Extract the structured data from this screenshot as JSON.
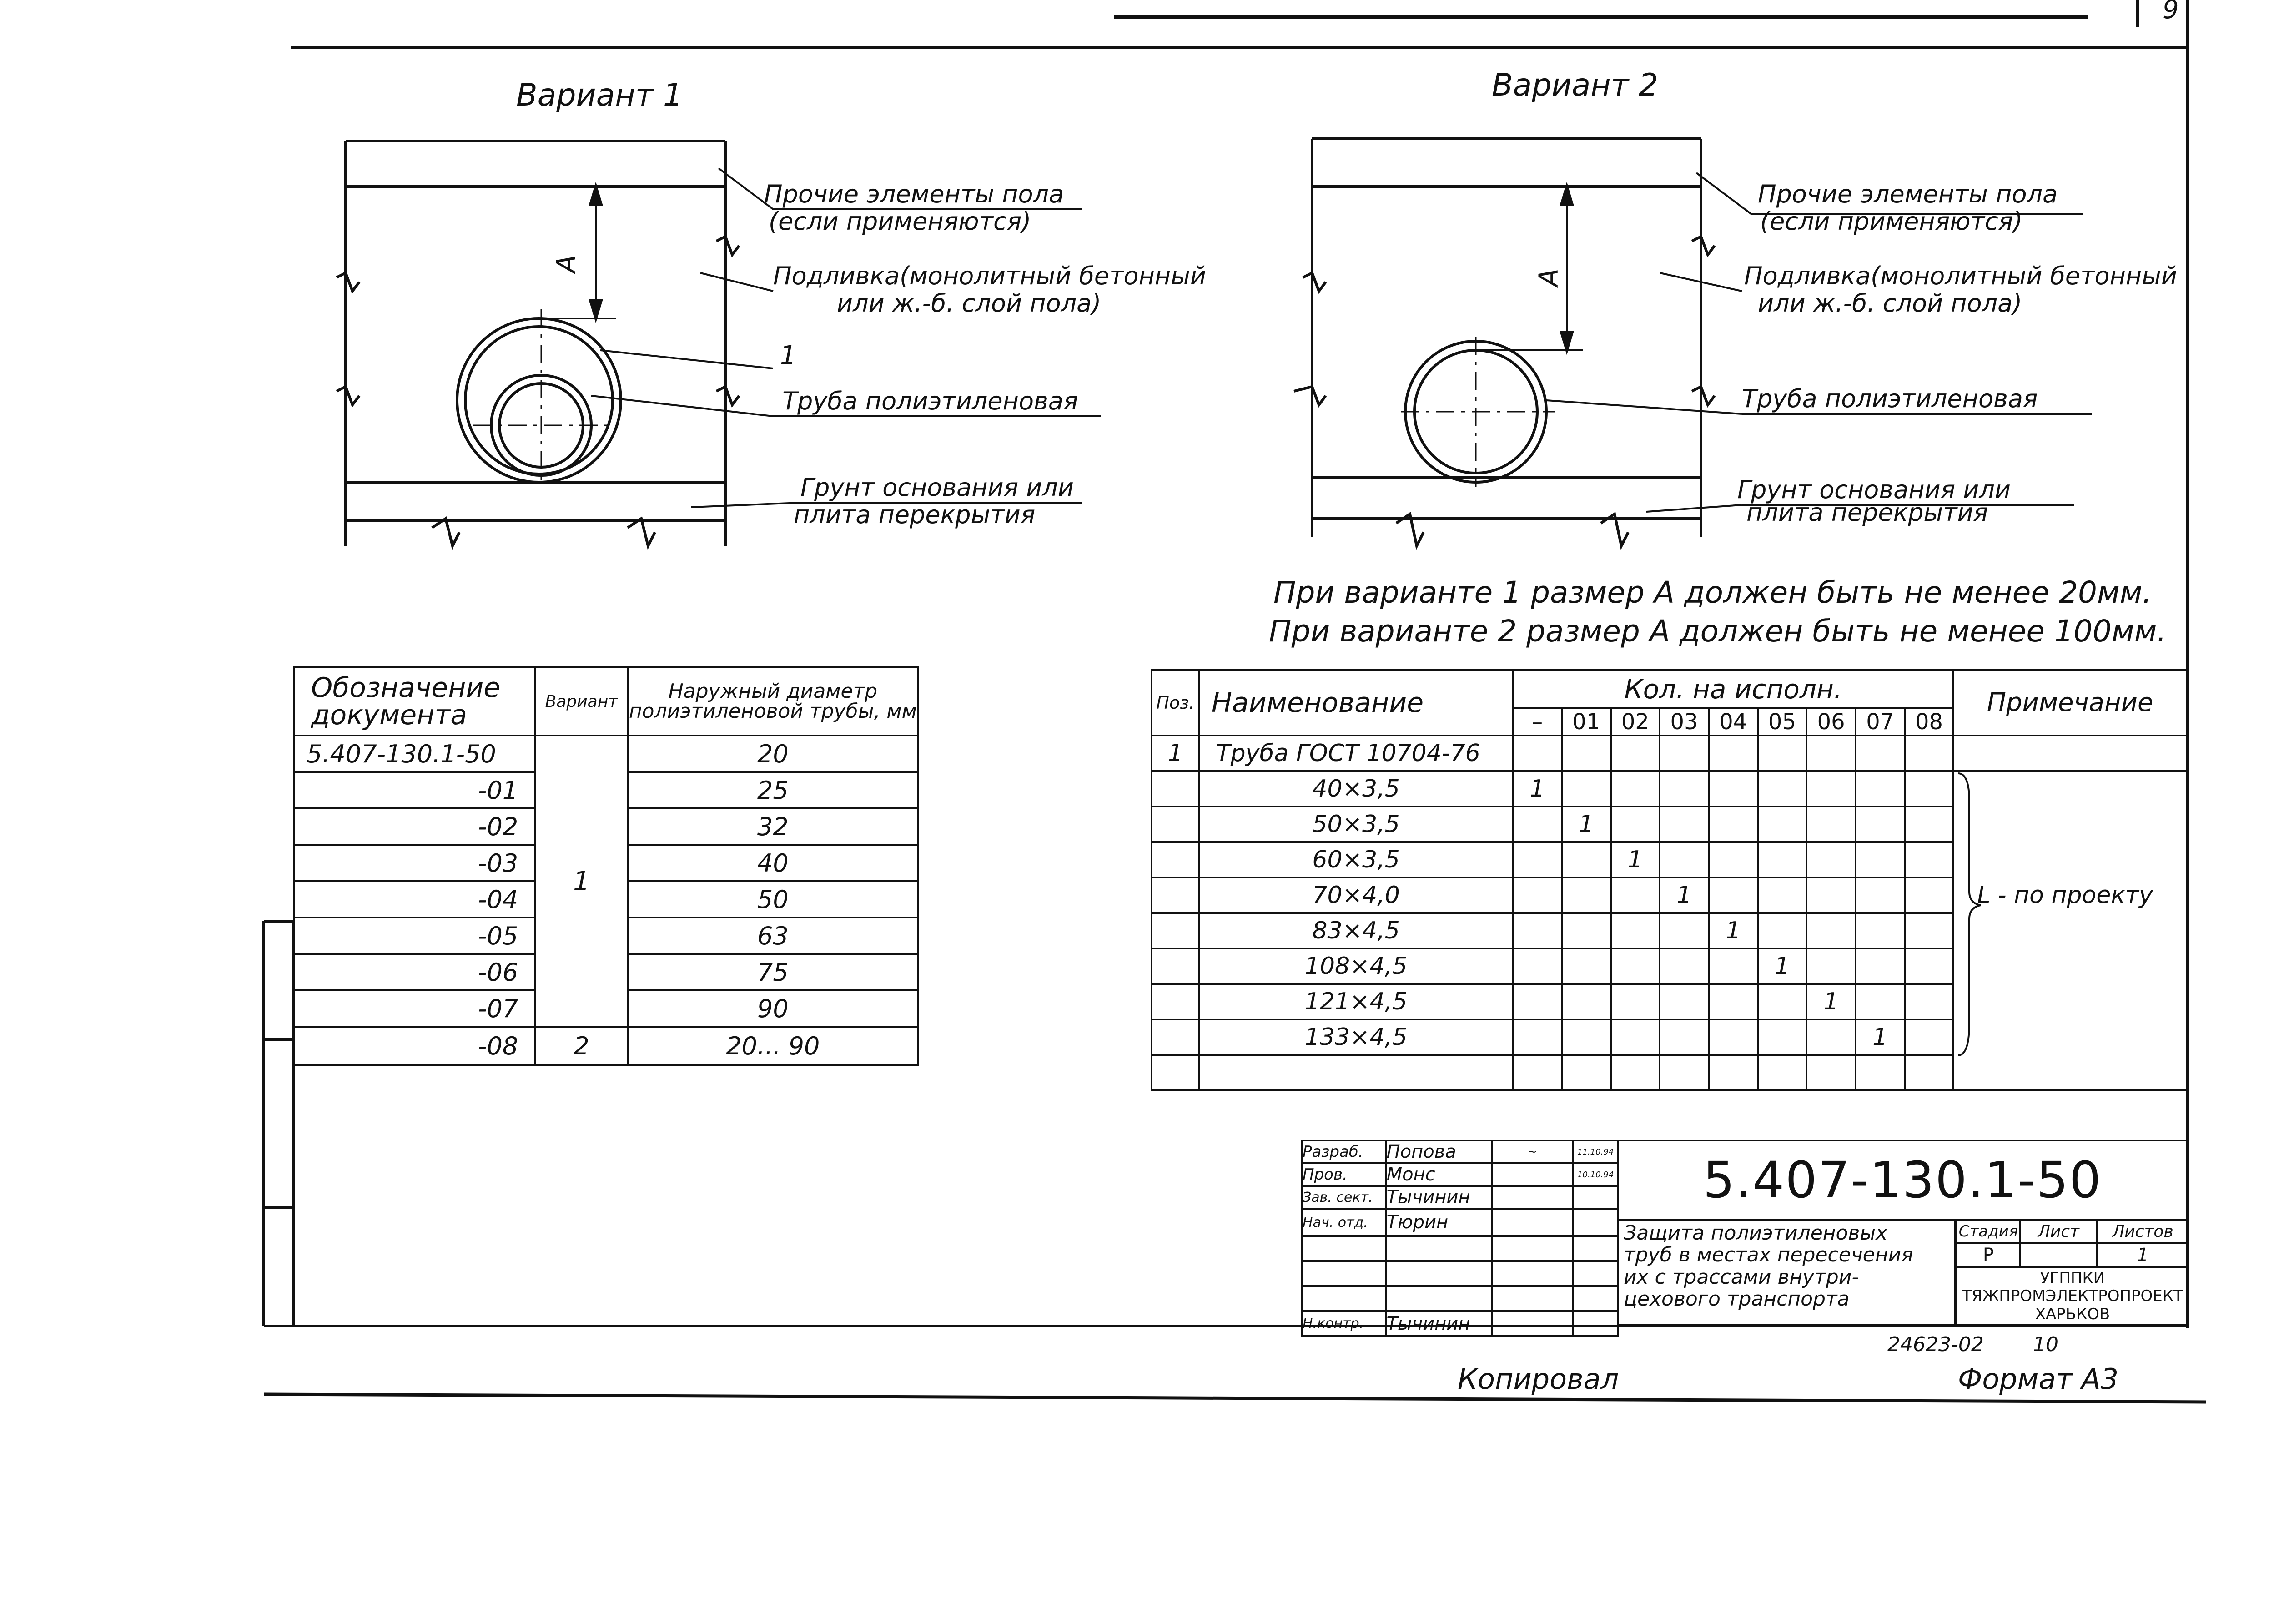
{
  "sheet_number": "9",
  "variant1": {
    "title": "Вариант 1",
    "dimension_label": "A",
    "callout_number": "1",
    "callouts": [
      "Прочие элементы пола",
      "(если применяются)",
      "Подливка(монолитный бетонный",
      "или ж.-б. слой пола)",
      "Труба полиэтиленовая",
      "Грунт основания или",
      "плита перекрытия"
    ]
  },
  "variant2": {
    "title": "Вариант 2",
    "dimension_label": "A",
    "callouts": [
      "Прочие элементы пола",
      "(если применяются)",
      "Подливка(монолитный бетонный",
      "или ж.-б. слой пола)",
      "Труба полиэтиленовая",
      "Грунт основания или",
      "плита перекрытия"
    ]
  },
  "notes": [
    "При варианте 1 размер А должен быть не менее 20мм.",
    "При варианте 2 размер А должен быть не менее 100мм."
  ],
  "left_table": {
    "headers": [
      "Обозначение документа",
      "Вариант",
      "Наружный диаметр полиэтиленовой трубы, мм"
    ],
    "rows": [
      {
        "designation": "5.407-130.1-50",
        "variant": "",
        "diameter": "20"
      },
      {
        "designation": "-01",
        "variant": "",
        "diameter": "25"
      },
      {
        "designation": "-02",
        "variant": "",
        "diameter": "32"
      },
      {
        "designation": "-03",
        "variant": "",
        "diameter": "40"
      },
      {
        "designation": "-04",
        "variant": "1",
        "diameter": "50"
      },
      {
        "designation": "-05",
        "variant": "",
        "diameter": "63"
      },
      {
        "designation": "-06",
        "variant": "",
        "diameter": "75"
      },
      {
        "designation": "-07",
        "variant": "",
        "diameter": "90"
      },
      {
        "designation": "-08",
        "variant": "2",
        "diameter": "20... 90"
      }
    ]
  },
  "spec_table": {
    "header_pos": "Поз.",
    "header_name": "Наименование",
    "header_qty": "Кол. на исполн.",
    "qty_columns": [
      "–",
      "01",
      "02",
      "03",
      "04",
      "05",
      "06",
      "07",
      "08"
    ],
    "header_note": "Примечание",
    "rows": [
      {
        "pos": "1",
        "name": "Труба ГОСТ 10704-76",
        "qty_col": -1
      },
      {
        "pos": "",
        "name": "40×3,5",
        "qty_col": 0
      },
      {
        "pos": "",
        "name": "50×3,5",
        "qty_col": 1
      },
      {
        "pos": "",
        "name": "60×3,5",
        "qty_col": 2
      },
      {
        "pos": "",
        "name": "70×4,0",
        "qty_col": 3
      },
      {
        "pos": "",
        "name": "83×4,5",
        "qty_col": 4
      },
      {
        "pos": "",
        "name": "108×4,5",
        "qty_col": 5
      },
      {
        "pos": "",
        "name": "121×4,5",
        "qty_col": 6
      },
      {
        "pos": "",
        "name": "133×4,5",
        "qty_col": 7
      },
      {
        "pos": "",
        "name": "",
        "qty_col": -1
      }
    ],
    "qty_value": "1",
    "note_text": "L - по проекту"
  },
  "title_block": {
    "roles": [
      "Разраб.",
      "Пров.",
      "Зав. сект.",
      "Нач. отд.",
      "",
      "",
      "",
      "Н.контр."
    ],
    "names": [
      "Попова",
      "Монс",
      "Тычинин",
      "Тюрин",
      "",
      "",
      "",
      "Тычинин"
    ],
    "dates": [
      "11.10.94",
      "10.10.94"
    ],
    "doc_number": "5.407-130.1-50",
    "doc_title": [
      "Защита полиэтиленовых",
      "труб в местах пересечения",
      "их с трассами внутри-",
      "цехового транспорта"
    ],
    "stage_label": "Стадия",
    "sheet_label": "Лист",
    "sheets_label": "Листов",
    "stage_value": "Р",
    "sheets_value": "1",
    "org": [
      "УГППКИ",
      "ТЯЖПРОМЭЛЕКТРОПРОЕКТ",
      "ХАРЬКОВ"
    ],
    "inventory_number": "24623-02",
    "inventory_sheet": "10"
  },
  "footer": {
    "copied": "Копировал",
    "format": "Формат А3"
  }
}
